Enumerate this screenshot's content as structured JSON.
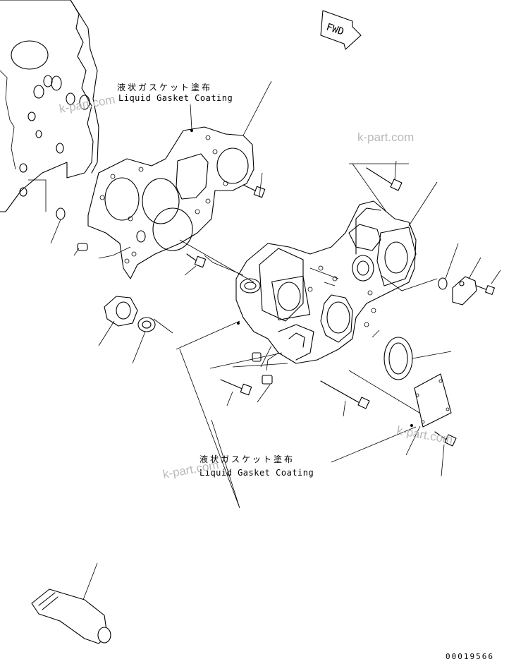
{
  "labels": {
    "top_jp": "液状ガスケット塗布",
    "top_en": "Liquid Gasket Coating",
    "bottom_jp": "液状ガスケット塗布",
    "bottom_en": "Liquid Gasket Coating"
  },
  "direction_badge": "FWD",
  "drawing_number": "00019566",
  "watermarks": [
    "k-part.com",
    "k-part.com",
    "k-part.com",
    "k-part.com"
  ],
  "colors": {
    "line": "#000000",
    "watermark": "#b9b9b9",
    "background": "#ffffff"
  }
}
